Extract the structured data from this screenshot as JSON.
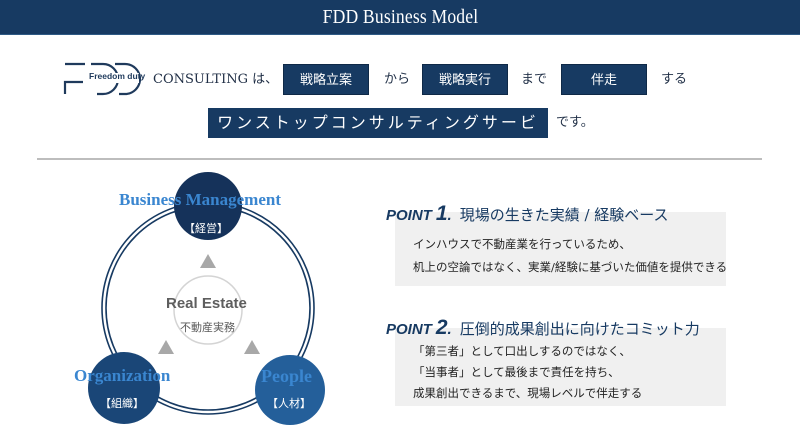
{
  "header": {
    "title": "FDD Business Model"
  },
  "logo": {
    "mark": "FDD",
    "text": "Freedom duty"
  },
  "tagline": {
    "company": "CONSULTING は、",
    "step1": "戦略立案",
    "from": "から",
    "step2": "戦略実行",
    "until": "まで",
    "step3": "伴走",
    "do": "する",
    "service": "ワンストップコンサルティングサービス",
    "desu": "です。"
  },
  "diagram": {
    "center": {
      "title": "Real Estate",
      "subtitle": "不動産実務"
    },
    "nodes": [
      {
        "title": "Business Management",
        "subtitle": "【経営】",
        "color": "#15325a"
      },
      {
        "title": "Organization",
        "subtitle": "【組織】",
        "color": "#1a4677"
      },
      {
        "title": "People",
        "subtitle": "【人材】",
        "color": "#245f9a"
      }
    ],
    "accent": "#3a86d0"
  },
  "points": [
    {
      "label": "POINT",
      "number": "1",
      "dot": ".",
      "title": "現場の生きた実績 / 経験ベース",
      "lines": [
        "インハウスで不動産業を行っているため、",
        "机上の空論ではなく、実業/経験に基づいた価値を提供できる"
      ]
    },
    {
      "label": "POINT",
      "number": "2",
      "dot": ".",
      "title": "圧倒的成果創出に向けたコミット力",
      "lines": [
        "「第三者」として口出しするのではなく、",
        "「当事者」として最後まで責任を持ち、",
        "成果創出できるまで、現場レベルで伴走する"
      ]
    }
  ]
}
